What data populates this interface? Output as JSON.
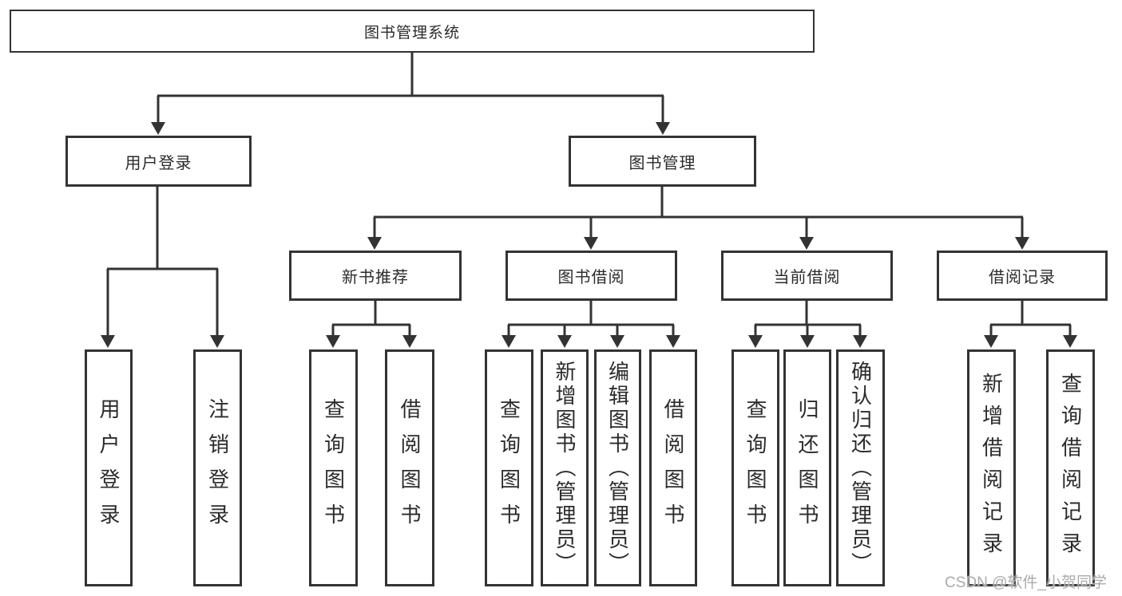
{
  "tree": {
    "label": "图书管理系统",
    "children": [
      {
        "label": "用户登录",
        "children": [
          {
            "label": "用户登录"
          },
          {
            "label": "注销登录"
          }
        ]
      },
      {
        "label": "图书管理",
        "children": [
          {
            "label": "新书推荐",
            "children": [
              {
                "label": "查询图书"
              },
              {
                "label": "借阅图书"
              }
            ]
          },
          {
            "label": "图书借阅",
            "children": [
              {
                "label": "查询图书"
              },
              {
                "label": "新增图书（管理员）"
              },
              {
                "label": "编辑图书（管理员）"
              },
              {
                "label": "借阅图书"
              }
            ]
          },
          {
            "label": "当前借阅",
            "children": [
              {
                "label": "查询图书"
              },
              {
                "label": "归还图书"
              },
              {
                "label": "确认归还（管理员）"
              }
            ]
          },
          {
            "label": "借阅记录",
            "children": [
              {
                "label": "新增借阅记录"
              },
              {
                "label": "查询借阅记录"
              }
            ]
          }
        ]
      }
    ]
  },
  "watermark": {
    "text": "CSDN @软件_小贺同学"
  },
  "colors": {
    "line": "#333333",
    "box_border": "#333333",
    "box_bg": "#ffffff",
    "text": "#2b2b2b",
    "watermark": "#ababab"
  }
}
